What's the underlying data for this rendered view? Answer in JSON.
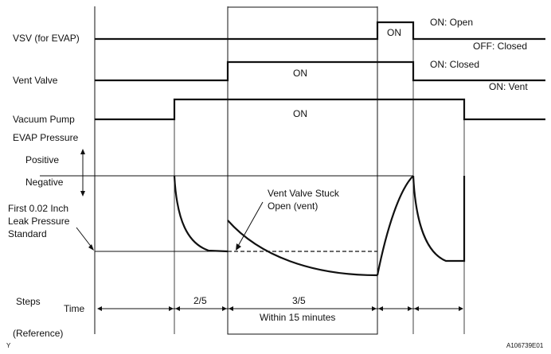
{
  "signals": {
    "vsv": {
      "label": "VSV (for EVAP)",
      "on_label": "ON",
      "state_on": "ON: Open",
      "state_off": "OFF: Closed"
    },
    "vent_valve": {
      "label": "Vent Valve",
      "on_label": "ON",
      "state_on": "ON: Closed",
      "state_off": "ON: Vent"
    },
    "vacuum_pump": {
      "label": "Vacuum Pump",
      "on_label": "ON"
    }
  },
  "evap": {
    "title": "EVAP Pressure",
    "positive": "Positive",
    "negative": "Negative",
    "standard_line1": "First 0.02 Inch",
    "standard_line2": "Leak Pressure",
    "standard_line3": "Standard",
    "stuck_line1": "Vent Valve Stuck",
    "stuck_line2": "Open (vent)"
  },
  "timeline": {
    "steps": "Steps",
    "time": "Time",
    "reference": "(Reference)",
    "step_a": "2/5",
    "step_b": "3/5",
    "within": "Within 15 minutes"
  },
  "footer": {
    "left_mark": "Y",
    "figure_id": "A106739E01"
  }
}
